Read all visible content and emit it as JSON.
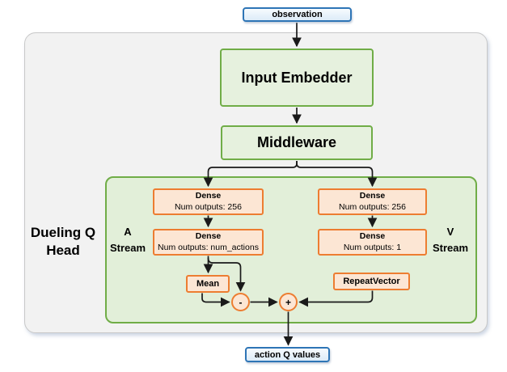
{
  "nodes": {
    "observation": {
      "label": "observation"
    },
    "input_embedder": {
      "label": "Input Embedder"
    },
    "middleware": {
      "label": "Middleware"
    },
    "a_dense_1": {
      "title": "Dense",
      "subtitle": "Num outputs: 256"
    },
    "a_dense_2": {
      "title": "Dense",
      "subtitle": "Num outputs: num_actions"
    },
    "v_dense_1": {
      "title": "Dense",
      "subtitle": "Num outputs: 256"
    },
    "v_dense_2": {
      "title": "Dense",
      "subtitle": "Num outputs: 1"
    },
    "mean": {
      "label": "Mean"
    },
    "repeat_vector": {
      "label": "RepeatVector"
    },
    "minus_op": {
      "label": "-"
    },
    "plus_op": {
      "label": "+"
    },
    "action_q_values": {
      "label": "action Q values"
    }
  },
  "labels": {
    "dueling_q_head": {
      "line1": "Dueling Q",
      "line2": "Head"
    },
    "a_stream": {
      "line1": "A",
      "line2": "Stream"
    },
    "v_stream": {
      "line1": "V",
      "line2": "Stream"
    }
  },
  "colors": {
    "blue_border": "#2e75b6",
    "blue_fill_top": "#f7fbfe",
    "blue_fill_bottom": "#dcebf8",
    "green_border": "#70ad47",
    "green_box_fill": "#e6f1de",
    "green_container_fill": "#e2efd9",
    "orange_border": "#ed7d31",
    "orange_fill": "#fce6d4",
    "outer_fill": "#f2f2f2",
    "outer_border": "#c8c8c8",
    "arrow_color": "#1a1a1a",
    "text_color": "#000000"
  }
}
